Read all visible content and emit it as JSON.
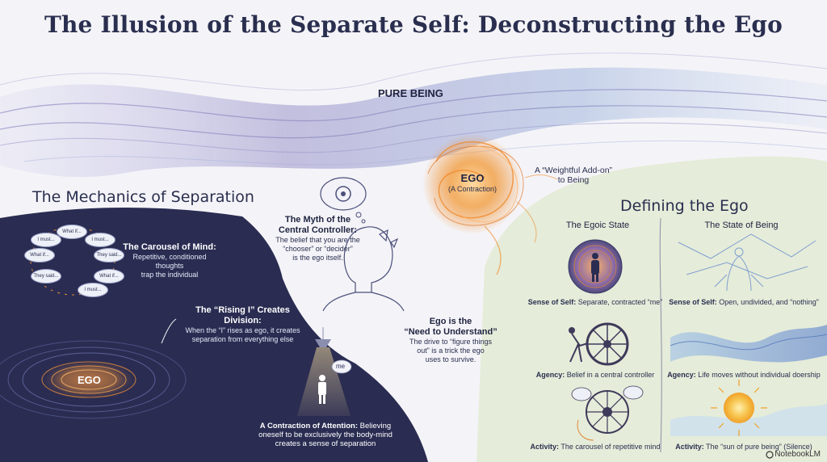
{
  "title": "The Illusion of the Separate Self: Deconstructing the Ego",
  "wave": {
    "pure_being": "PURE BEING",
    "ego_title": "EGO",
    "ego_sub": "(A Contraction)",
    "addon_line1": "A “Weightful Add-on”",
    "addon_line2": "to Being"
  },
  "myth": {
    "heading_line1": "The Myth of the",
    "heading_line2": "Central Controller:",
    "body_line1": "The belief that you are the",
    "body_line2": "“chooser” or “decider”",
    "body_line3": "is the ego itself."
  },
  "need": {
    "heading_line1": "Ego is the",
    "heading_line2": "“Need to Understand”",
    "body_line1": "The drive to “figure things",
    "body_line2": "out” is a trick the ego",
    "body_line3": "uses to survive."
  },
  "mechanics": {
    "title": "The Mechanics of Separation",
    "carousel": {
      "heading": "The Carousel of Mind:",
      "body_line1": "Repetitive, conditioned thoughts",
      "body_line2": "trap the individual",
      "bubbles": [
        "What if...",
        "I must...",
        "They said...",
        "What if...",
        "I must...",
        "They said...",
        "What if...",
        "I must..."
      ]
    },
    "rising": {
      "heading": "The “Rising I” Creates Division:",
      "body_line1": "When the “I” rises as ego, it creates",
      "body_line2": "separation from everything else"
    },
    "ego_label": "EGO",
    "me_label": "me",
    "contraction": {
      "line1_bold": "A Contraction of Attention:",
      "line1_rest": " Believing",
      "line2": "oneself to be exclusively the body-mind",
      "line3": "creates a sense of separation"
    }
  },
  "defining": {
    "title": "Defining the Ego",
    "col_left": "The Egoic State",
    "col_right": "The State of Being",
    "rows": [
      {
        "left_label": "Sense of Self:",
        "left_value": " Separate, contracted “me”",
        "right_label": "Sense of Self:",
        "right_value": " Open, undivided, and “nothing”"
      },
      {
        "left_label": "Agency:",
        "left_value": " Belief in a central controller",
        "right_label": "Agency:",
        "right_value": " Life moves without individual doership"
      },
      {
        "left_label": "Activity:",
        "left_value": " The carousel of repetitive mind",
        "right_label": "Activity:",
        "right_value": " The “sun of pure being” (Silence)"
      }
    ]
  },
  "brand": "NotebookLM",
  "colors": {
    "dark_panel": "#2a2c52",
    "right_panel": "#e5ecd9",
    "wave": "#8f88c4",
    "ego_glow": "#f08a2a"
  }
}
